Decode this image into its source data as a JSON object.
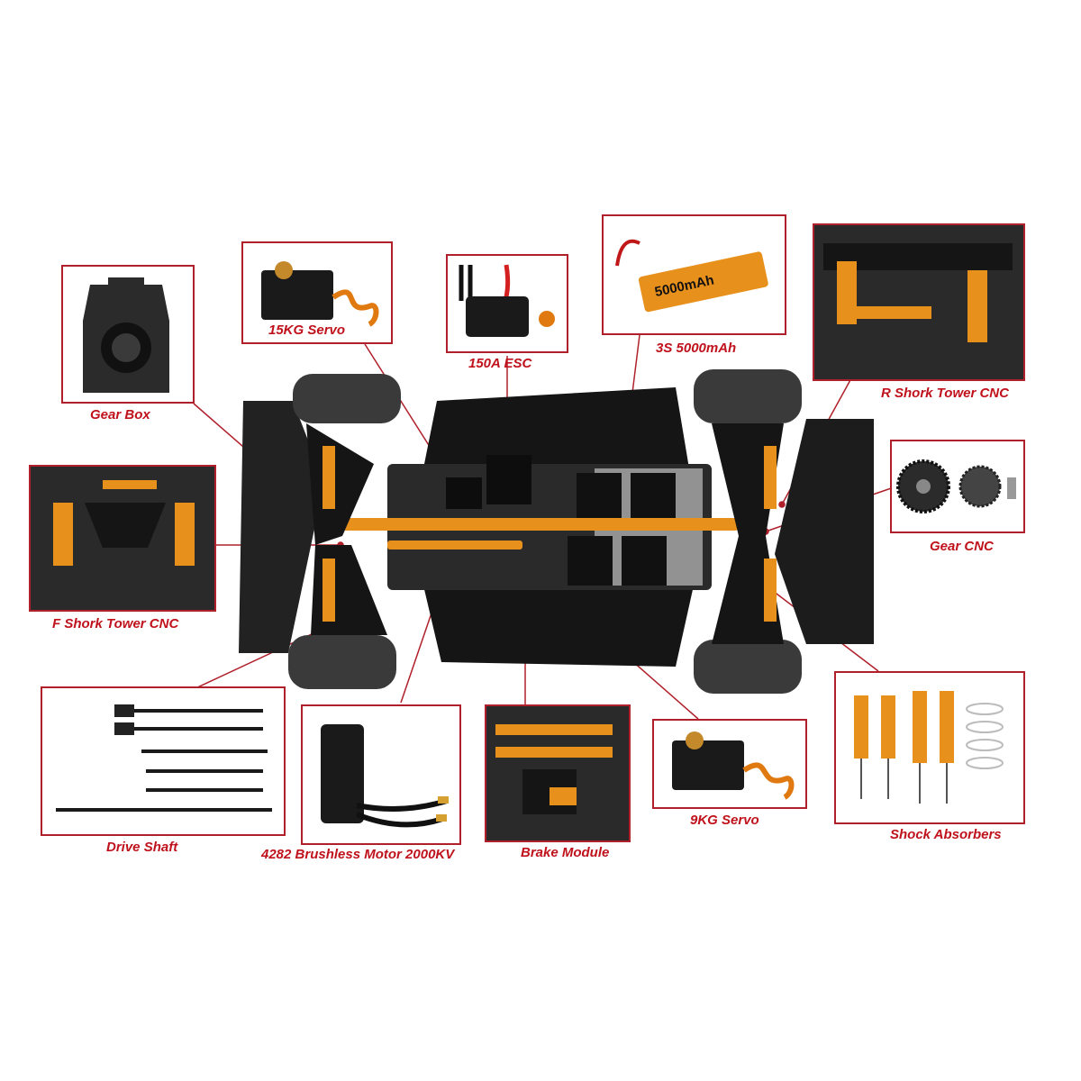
{
  "diagram": {
    "callouts": [
      {
        "id": "gear-box",
        "label": "Gear Box"
      },
      {
        "id": "servo-15kg",
        "label": "15KG Servo"
      },
      {
        "id": "esc-150a",
        "label": "150A ESC"
      },
      {
        "id": "battery",
        "label": "3S 5000mAh",
        "battery_text": "5000mAh"
      },
      {
        "id": "r-shock-tower",
        "label": "R Shork Tower CNC"
      },
      {
        "id": "gear-cnc",
        "label": "Gear CNC"
      },
      {
        "id": "f-shock-tower",
        "label": "F Shork Tower CNC"
      },
      {
        "id": "drive-shaft",
        "label": "Drive Shaft"
      },
      {
        "id": "motor",
        "label": "4282 Brushless Motor 2000KV"
      },
      {
        "id": "brake-module",
        "label": "Brake Module"
      },
      {
        "id": "servo-9kg",
        "label": "9KG Servo"
      },
      {
        "id": "shock-absorbers",
        "label": "Shock Absorbers"
      }
    ]
  },
  "colors": {
    "accent_red": "#b0202a",
    "label_red": "#c0121c",
    "chassis_black": "#1e1e1e",
    "anodized_orange": "#e8901c"
  }
}
